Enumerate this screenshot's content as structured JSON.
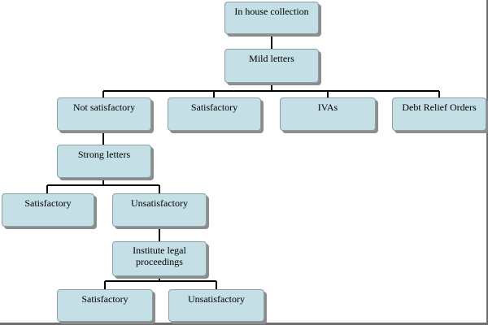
{
  "diagram": {
    "nodes": {
      "in_house": "In house collection",
      "mild_letters": "Mild letters",
      "not_satisfactory": "Not satisfactory",
      "satisfactory_1": "Satisfactory",
      "ivas": "IVAs",
      "debt_relief": "Debt Relief Orders",
      "strong_letters": "Strong letters",
      "satisfactory_2": "Satisfactory",
      "unsatisfactory_1": "Unsatisfactory",
      "legal": "Institute legal proceedings",
      "satisfactory_3": "Satisfactory",
      "unsatisfactory_2": "Unsatisfactory"
    },
    "colors": {
      "node_fill": "#c4dfe6",
      "connector": "#000000"
    }
  }
}
